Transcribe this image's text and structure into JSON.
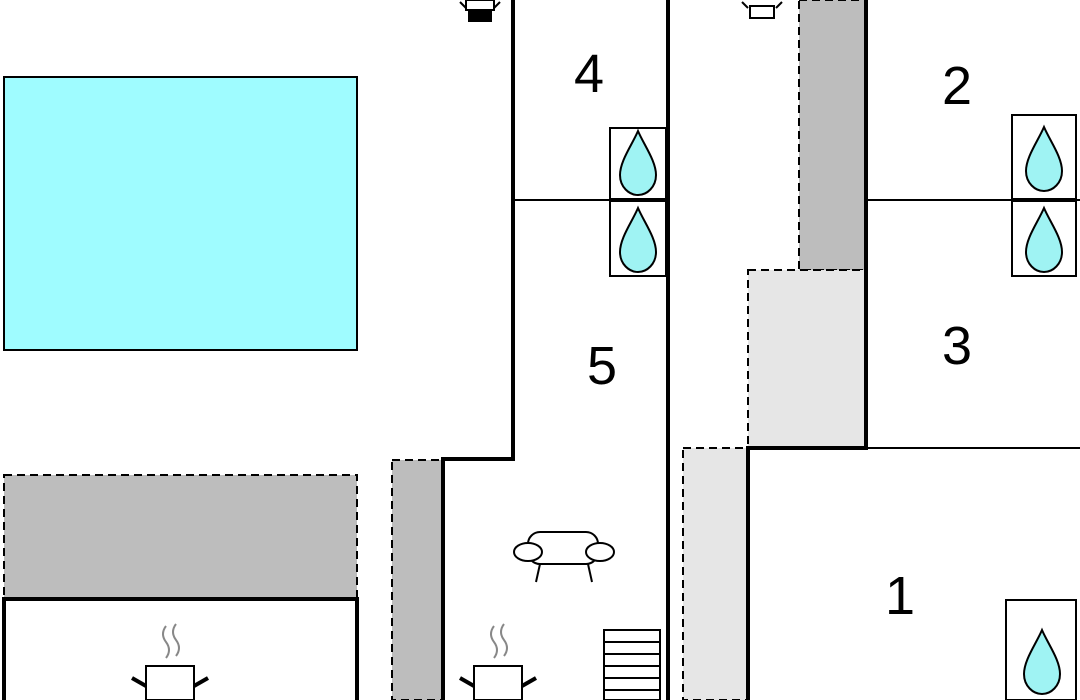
{
  "rooms": [
    {
      "id": "room-1",
      "number": "1"
    },
    {
      "id": "room-2",
      "number": "2"
    },
    {
      "id": "room-3",
      "number": "3"
    },
    {
      "id": "room-4",
      "number": "4"
    },
    {
      "id": "room-5",
      "number": "5"
    }
  ],
  "colors": {
    "pool": "#9ffcff",
    "terrace_dark": "#bdbdbd",
    "terrace_light": "#e6e6e6",
    "water_drop": "#9ff3f3",
    "wall": "#000000"
  },
  "icons": [
    "pool",
    "bathroom-drop-icon",
    "armchair-icon",
    "cooking-pot-icon",
    "stairs-icon",
    "fireplace-icon"
  ]
}
